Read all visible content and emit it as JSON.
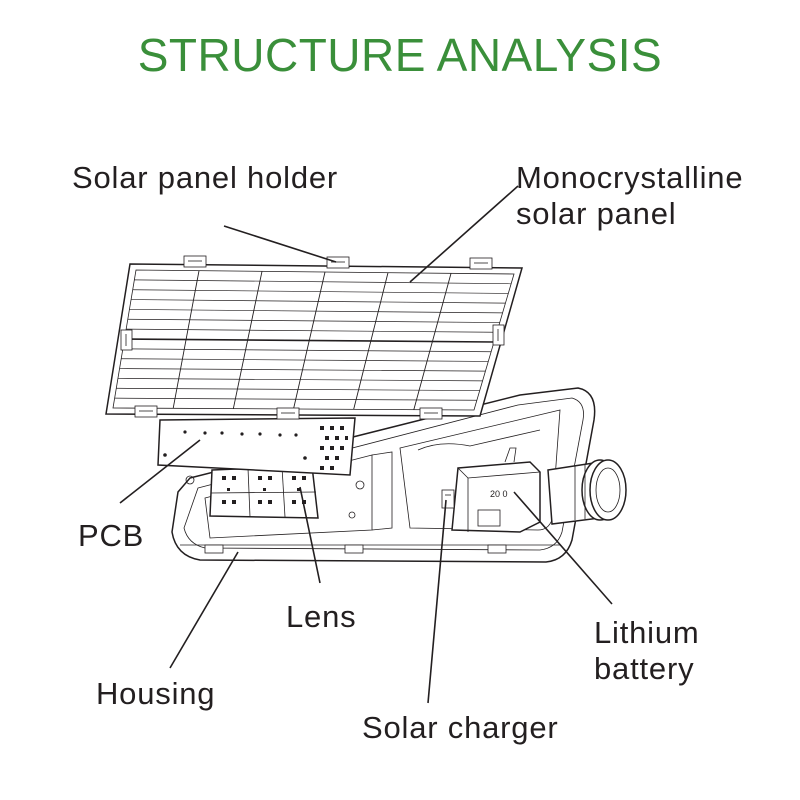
{
  "title": "STRUCTURE ANALYSIS",
  "colors": {
    "title": "#3a8f3a",
    "line": "#231f20"
  },
  "labels": {
    "solar_panel_holder": "Solar panel holder",
    "monocrystalline_line1": "Monocrystalline",
    "monocrystalline_line2": "solar panel",
    "pcb": "PCB",
    "lens": "Lens",
    "housing": "Housing",
    "solar_charger": "Solar charger",
    "lithium_line1": "Lithium",
    "lithium_line2": "battery"
  },
  "battery_marking": "20 0"
}
